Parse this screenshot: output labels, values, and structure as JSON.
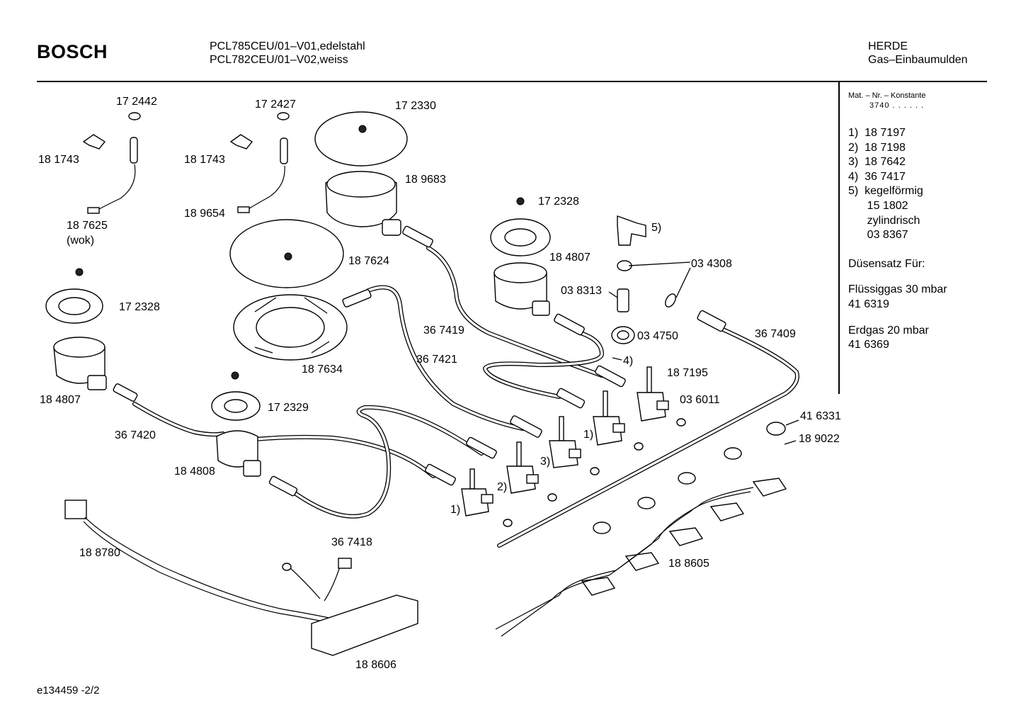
{
  "header": {
    "brand": "BOSCH",
    "model_line_1": "PCL785CEU/01–V01,edelstahl",
    "model_line_2": "PCL782CEU/01–V02,weiss",
    "category_line_1": "HERDE",
    "category_line_2": "Gas–Einbaumulden"
  },
  "sidebar": {
    "mat_label": "Mat. – Nr. – Konstante",
    "mat_value": "3740 . . . . . .",
    "notes": [
      "1)  18 7197",
      "2)  18 7198",
      "3)  18 7642",
      "4)  36 7417",
      "5)  kegelförmig",
      "      15 1802",
      "      zylindrisch",
      "      03 8367"
    ],
    "nozzle_heading": "Düsensatz Für:",
    "lpg_label": "Flüssiggas 30 mbar",
    "lpg_number": "41 6319",
    "ng_label": "Erdgas 20 mbar",
    "ng_number": "41 6369"
  },
  "parts": {
    "p172442": "17 2442",
    "p181743a": "18 1743",
    "p187625": "18 7625",
    "p_wok": "(wok)",
    "p172427": "17 2427",
    "p181743b": "18 1743",
    "p189654": "18 9654",
    "p172330": "17 2330",
    "p189683": "18 9683",
    "p187624": "18 7624",
    "p187634": "18 7634",
    "p172328a": "17 2328",
    "p172328b": "17 2328",
    "p184807a": "18 4807",
    "p184807b": "18 4807",
    "p172329": "17 2329",
    "p367420": "36 7420",
    "p184808": "18 4808",
    "p367421": "36 7421",
    "p367419": "36 7419",
    "p367418": "36 7418",
    "p188780": "18 8780",
    "p188606": "18 8606",
    "p038313": "03 8313",
    "p034308": "03 4308",
    "p034750": "03 4750",
    "p367409": "36 7409",
    "p187195": "18 7195",
    "p036011": "03 6011",
    "p416331": "41 6331",
    "p189022": "18 9022",
    "p188605": "18 8605",
    "c1a": "1)",
    "c1b": "1)",
    "c2": "2)",
    "c3": "3)",
    "c4": "4)",
    "c5": "5)"
  },
  "footer": {
    "doc_id": "e134459  -2/2"
  }
}
